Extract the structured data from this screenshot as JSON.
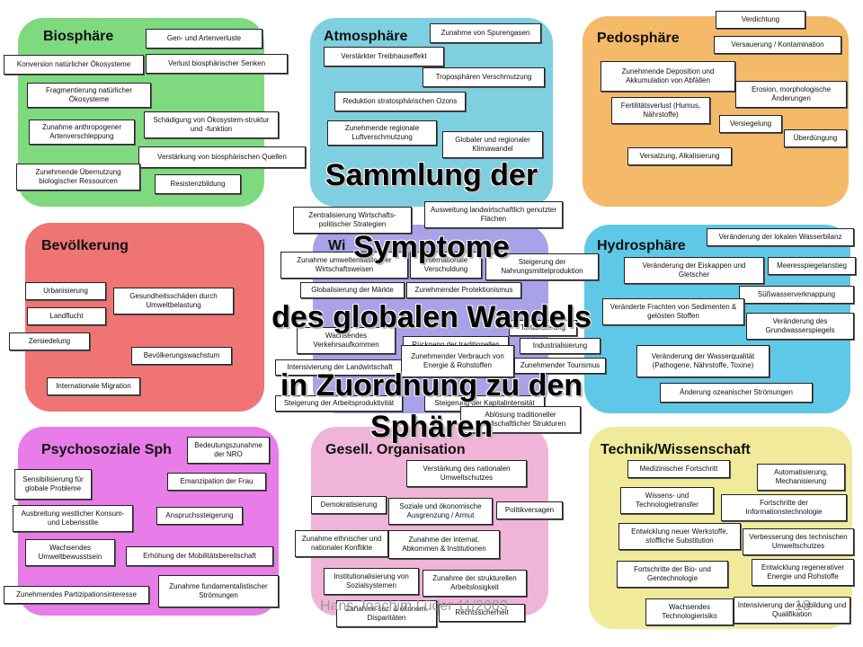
{
  "spheres": {
    "biosphaere": {
      "title": "Biosphäre",
      "items": [
        "Gen- und Artenverluste",
        "Konversion natürlicher Ökosysteme",
        "Verlust biosphärischer Senken",
        "Fragmentierung natürlicher Ökosysteme",
        "Zunahme anthropogener Artenverschleppung",
        "Schädigung von Ökosystem-struktur und -funktion",
        "Verstärkung von biosphärischen Quellen",
        "Zunehmende Übernutzung biologischer Ressourcen",
        "Resistenzbildung"
      ]
    },
    "atmosphaere": {
      "title": "Atmosphäre",
      "items": [
        "Zunahme von Spurengasen",
        "Verstärkter Treibhauseffekt",
        "Troposphären Verschmutzung",
        "Reduktion stratosphärischen Ozons",
        "Zunehmende regionale Luftverschmutzung",
        "Globaler und regionaler Klimawandel"
      ]
    },
    "pedosphaere": {
      "title": "Pedosphäre",
      "items": [
        "Verdichtung",
        "Versauerung / Kontamination",
        "Zunehmende Deposition und Akkumulation von Abfällen",
        "Erosion, morphologische Änderungen",
        "Fertilitätsverlust (Humus, Nährstoffe)",
        "Versiegelung",
        "Überdüngung",
        "Versalzung, Alkalisierung"
      ]
    },
    "bevoelkerung": {
      "title": "Bevölkerung",
      "items": [
        "Urbanisierung",
        "Gesundheitsschäden durch Umweltbelastung",
        "Landflucht",
        "Zersiedelung",
        "Bevölkerungswachstum",
        "Internationale Migration"
      ]
    },
    "wirtschaft": {
      "title": "Wi",
      "items": [
        "Zentralisierung Wirtschafts-politischer Strategien",
        "Ausweitung landwirtschaftlich genutzter Flächen",
        "Zunahme umweltentlastender Wirtschaftsweisen",
        "Internationale Verschuldung",
        "Steigerung der Nahrungsmittelproduktion",
        "Globalisierung der Märkte",
        "Zunehmender Protektionismus",
        "Wachsendes Verkehrsaufkommen",
        "Rückgang der traditionellen Landwirtschaft",
        "Tertiarisierung",
        "Industrialisierung",
        "Intensivierung der Landwirtschaft",
        "Zunehmender Verbrauch von Energie & Rohstoffen",
        "Zunehmender Tourismus",
        "Steigerung der Arbeitsproduktivität",
        "Steigerung der Kapitalintensität"
      ]
    },
    "hydrosphaere": {
      "title": "Hydrosphäre",
      "items": [
        "Veränderung der lokalen Wasserbilanz",
        "Veränderung der Eiskappen und Gletscher",
        "Meeresspiegelanstieg",
        "Süßwasserverknappung",
        "Veränderte Frachten von Sedimenten & gelösten Stoffen",
        "Veränderung des Grundwasserspiegels",
        "Veränderung der Wasserqualität (Pathogene, Nährstoffe, Toxine)",
        "Änderung ozeanischer Strömungen"
      ]
    },
    "psychosozial": {
      "title": "Psychosoziale Sph",
      "items": [
        "Bedeutungszunahme der NRO",
        "Sensibilisierung für globale Probleme",
        "Emanzipation der Frau",
        "Ausbreitung westlicher Konsum- und Lebensstile",
        "Anspruchssteigerung",
        "Wachsendes Umweltbewusstsein",
        "Erhöhung der Mobilitätsbereitschaft",
        "Zunehmendes Partizipationsinteresse",
        "Zunahme fundamentalistischer Strömungen"
      ]
    },
    "gesellschaft": {
      "title": "Gesell. Organisation",
      "items": [
        "Ablösung traditioneller gesellschaftlicher Strukturen",
        "Verstärkung des nationalen Umweltschutzes",
        "Demokratisierung",
        "Soziale und ökonomische Ausgrenzung / Armut",
        "Politikversagen",
        "Zunahme ethnischer und nationaler Konflikte",
        "Zunahme der internat. Abkommen & Institutionen",
        "Institutionalisierung von Sozialsystemen",
        "Zunahme der strukturellen Arbeitslosigkeit",
        "Zunahme soz. & ökonom. Disparitäten",
        "Rechtssicherheit"
      ]
    },
    "technik": {
      "title": "Technik/Wissenschaft",
      "items": [
        "Medizinischer Fortschritt",
        "Automatisierung, Mechanisierung",
        "Wissens- und Technologietransfer",
        "Fortschritte der Informationstechnologie",
        "Entwicklung neuer Werkstoffe, stoffliche Substitution",
        "Verbesserung des technischen Umweltschutzes",
        "Fortschritte der Bio- und Gentechnologie",
        "Entwicklung regenerativer Energie und Rohstoffe",
        "Wachsendes Technologierisiko",
        "Intensivierung der Ausbildung und Qualifikation"
      ]
    }
  },
  "overlay": {
    "line1": "Sammlung der",
    "line2": "Symptome",
    "line3": "des globalen Wandels",
    "line4": "in Zuordnung zu den",
    "line5": "Sphären"
  },
  "footer": {
    "author": "Hans-Joachim Lüder 11/2003",
    "page": "18"
  },
  "colors": {
    "biosphaere": "#7fd97f",
    "atmosphaere": "#7ecfe0",
    "pedosphaere": "#f5b96a",
    "bevoelkerung": "#f07474",
    "wirtschaft": "#a9a2e8",
    "hydrosphaere": "#5ec8e6",
    "psychosozial": "#e87ce8",
    "gesellschaft": "#f0b4d8",
    "technik": "#f0ea9a"
  }
}
